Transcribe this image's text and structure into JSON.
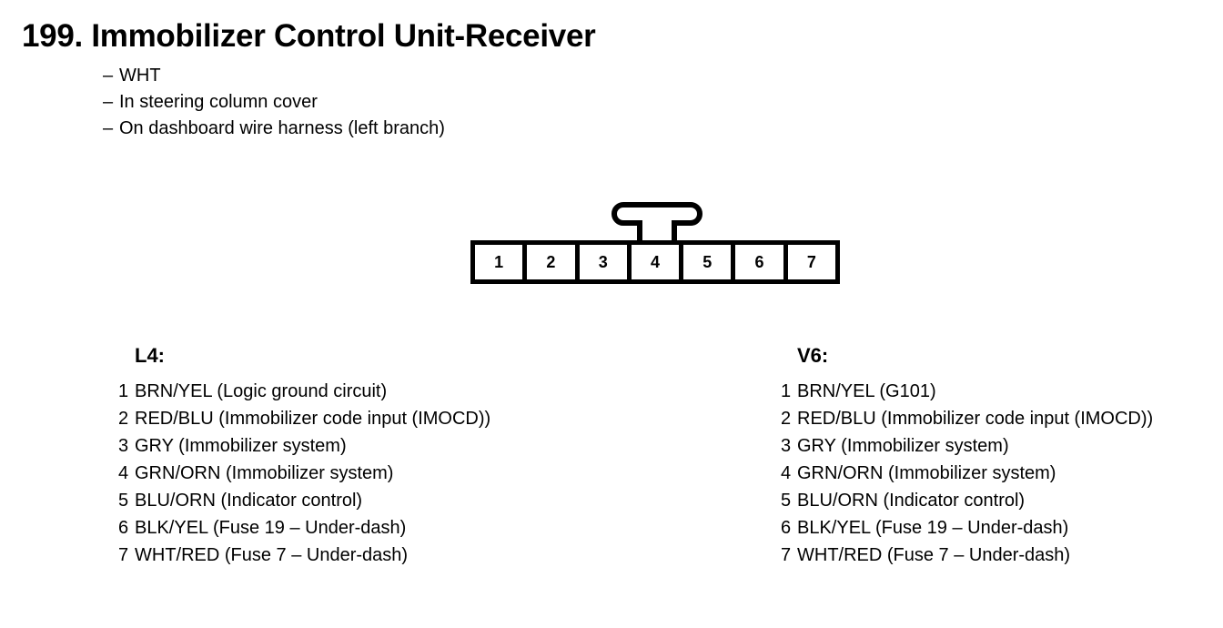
{
  "document": {
    "title": "199. Immobilizer Control Unit-Receiver",
    "notes": [
      {
        "dash": "–",
        "text": "WHT"
      },
      {
        "dash": "–",
        "text": "In steering column cover"
      },
      {
        "dash": "–",
        "text": "On dashboard wire harness (left branch)"
      }
    ]
  },
  "connector": {
    "terminals": [
      "1",
      "2",
      "3",
      "4",
      "5",
      "6",
      "7"
    ],
    "lock_tab_position": "above-terminal-4"
  },
  "pin_tables": [
    {
      "heading": "L4:",
      "rows": [
        {
          "num": "1",
          "text": "BRN/YEL (Logic ground circuit)"
        },
        {
          "num": "2",
          "text": "RED/BLU (Immobilizer code input (IMOCD))"
        },
        {
          "num": "3",
          "text": "GRY (Immobilizer system)"
        },
        {
          "num": "4",
          "text": "GRN/ORN (Immobilizer system)"
        },
        {
          "num": "5",
          "text": "BLU/ORN (Indicator control)"
        },
        {
          "num": "6",
          "text": "BLK/YEL (Fuse 19 – Under-dash)"
        },
        {
          "num": "7",
          "text": "WHT/RED (Fuse 7 – Under-dash)"
        }
      ]
    },
    {
      "heading": "V6:",
      "rows": [
        {
          "num": "1",
          "text": "BRN/YEL (G101)"
        },
        {
          "num": "2",
          "text": "RED/BLU (Immobilizer code input (IMOCD))"
        },
        {
          "num": "3",
          "text": "GRY (Immobilizer system)"
        },
        {
          "num": "4",
          "text": "GRN/ORN (Immobilizer system)"
        },
        {
          "num": "5",
          "text": "BLU/ORN (Indicator control)"
        },
        {
          "num": "6",
          "text": "BLK/YEL (Fuse 19 – Under-dash)"
        },
        {
          "num": "7",
          "text": "WHT/RED (Fuse 7 – Under-dash)"
        }
      ]
    }
  ],
  "colors": {
    "ink": "#000000",
    "paper": "#ffffff"
  }
}
